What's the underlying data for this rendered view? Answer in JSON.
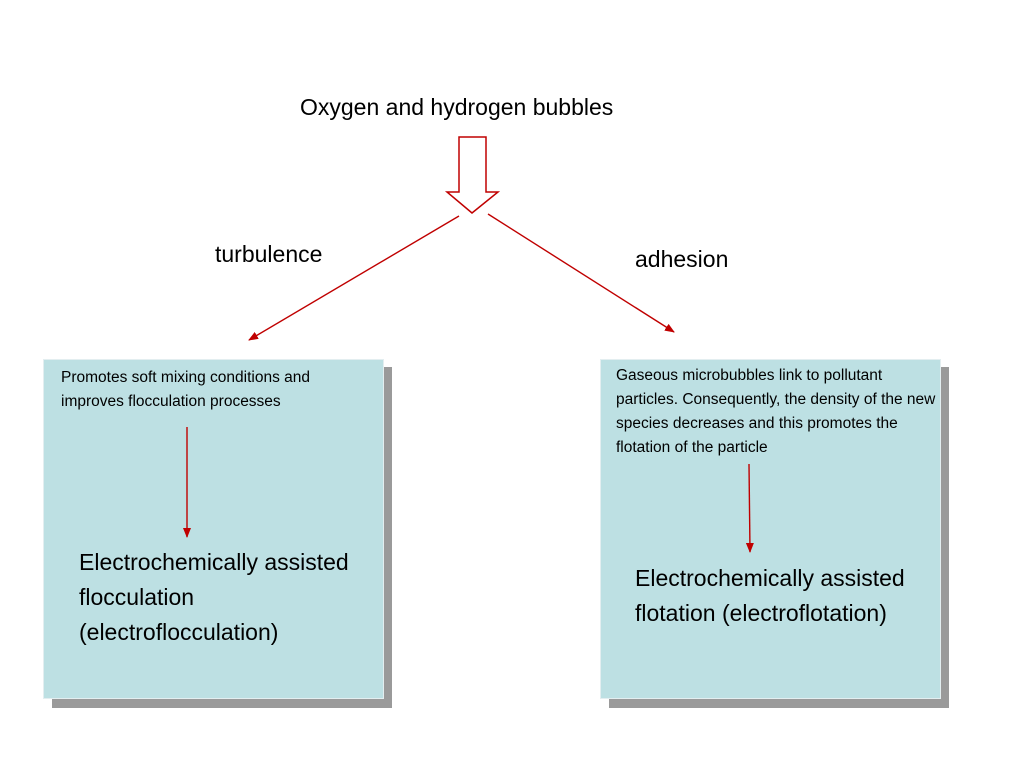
{
  "top": {
    "label": "Oxygen and hydrogen bubbles"
  },
  "branches": {
    "left_label": "turbulence",
    "right_label": "adhesion"
  },
  "left_box": {
    "description": "Promotes soft mixing conditions and improves flocculation processes",
    "result": "Electrochemically assisted flocculation (electroflocculation)"
  },
  "right_box": {
    "description": "Gaseous microbubbles link to pollutant particles. Consequently, the density of the new species decreases and this promotes the flotation of the particle",
    "result": "Electrochemically assisted flotation (electroflotation)"
  },
  "colors": {
    "arrow": "#c00000",
    "box_fill": "#bde0e3",
    "box_shadow": "#9a9a9a"
  }
}
